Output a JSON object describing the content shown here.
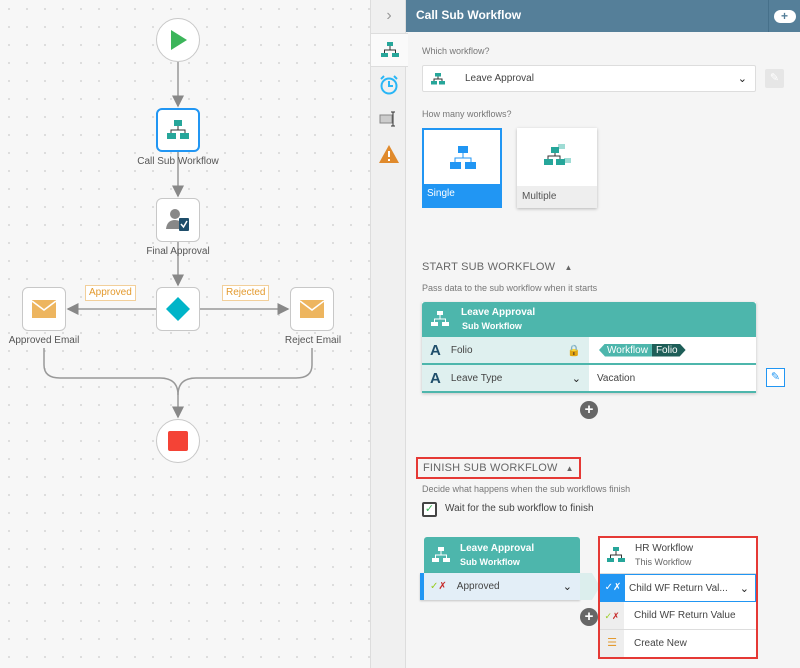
{
  "canvas": {
    "nodes": {
      "call_sub": "Call Sub Workflow",
      "final_approval": "Final Approval",
      "approved_email": "Approved Email",
      "reject_email": "Reject Email"
    },
    "branches": {
      "approved": "Approved",
      "rejected": "Rejected"
    }
  },
  "header": {
    "title": "Call Sub Workflow"
  },
  "panel": {
    "which_label": "Which workflow?",
    "which_value": "Leave Approval",
    "how_many_label": "How many workflows?",
    "options": [
      {
        "label": "Single",
        "selected": true
      },
      {
        "label": "Multiple",
        "selected": false
      }
    ],
    "start": {
      "title": "START SUB WORKFLOW",
      "desc": "Pass data to the sub workflow when it starts",
      "card_title": "Leave Approval",
      "card_sub": "Sub Workflow",
      "rows": [
        {
          "field": "Folio",
          "token1": "Workflow",
          "token2": "Folio"
        },
        {
          "field": "Leave Type",
          "value": "Vacation"
        }
      ]
    },
    "finish": {
      "title": "FINISH SUB WORKFLOW",
      "desc": "Decide what happens when the sub workflows finish",
      "wait_label": "Wait for the sub workflow to finish",
      "wait_checked": true,
      "left_title": "Leave Approval",
      "left_sub": "Sub Workflow",
      "left_value": "Approved",
      "right_title": "HR Workflow",
      "right_sub": "This Workflow",
      "right_selected": "Child WF Return Val...",
      "dropdown": [
        "Child WF Return Value",
        "Create New"
      ]
    }
  },
  "colors": {
    "header": "#557f99",
    "teal": "#4db6ac",
    "accent": "#2196f3",
    "highlight": "#e53935"
  }
}
